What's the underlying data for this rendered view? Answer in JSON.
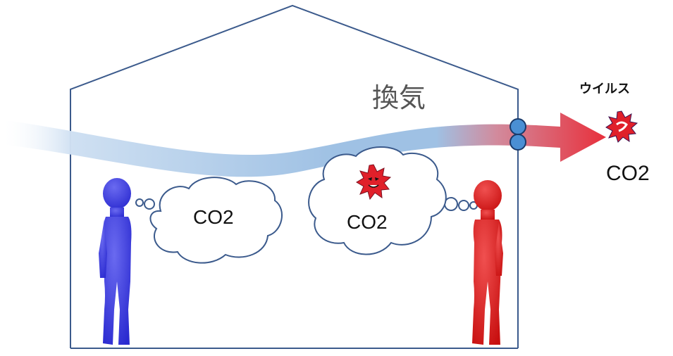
{
  "labels": {
    "ventilation": "換気",
    "virus": "ウイルス",
    "co2_outside": "CO2",
    "co2_left_bubble": "CO2",
    "co2_right_bubble": "CO2"
  },
  "colors": {
    "house_outline": "#3b5a8c",
    "airflow_in": "#a9c7e6",
    "airflow_out": "#e0303a",
    "fan": "#4a8fd4",
    "healthy_person": "#4040e0",
    "infected_person": "#e02020",
    "virus": "#e0202a"
  }
}
